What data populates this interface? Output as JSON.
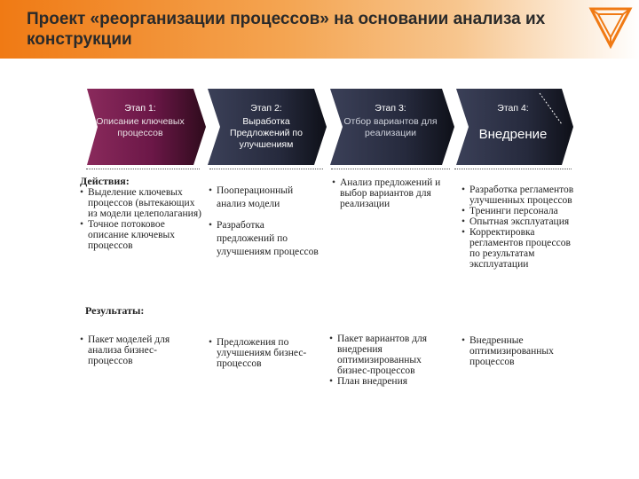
{
  "title": "Проект «реорганизации процессов» на основании анализа их конструкции",
  "logo_icon": "impossible-triangle-logo",
  "colors": {
    "accent": "#f07a14",
    "stage_purple": "#6b1747",
    "stage_dark": "#2b2f44"
  },
  "stages": [
    {
      "num": "Этап 1:",
      "text": "Описание ключевых процессов"
    },
    {
      "num": "Этап 2:",
      "text": "Выработка Предложений по улучшениям"
    },
    {
      "num": "Этап 3:",
      "text": "Отбор вариантов для реализации"
    },
    {
      "num": "Этап 4:",
      "text": "Внедрение"
    }
  ],
  "actions_header": "Действия:",
  "results_header": "Результаты:",
  "actions": {
    "col1": [
      "Выделение ключевых процессов (вытекающих из модели целеполагания)",
      "Точное потоковое описание ключевых процессов"
    ],
    "col2": [
      "Пооперационный анализ модели",
      "Разработка предложений по улучшениям процессов"
    ],
    "col3": [
      "Анализ предложений и выбор вариантов для реализации"
    ],
    "col4": [
      "Разработка регламентов улучшенных процессов",
      "Тренинги персонала",
      "Опытная эксплуатация",
      "Корректировка регламентов процессов по результатам эксплуатации"
    ]
  },
  "results": {
    "col1": [
      "Пакет моделей для анализа бизнес-процессов"
    ],
    "col2": [
      "Предложения по улучшениям бизнес-процессов"
    ],
    "col3": [
      "Пакет вариантов для внедрения оптимизированных бизнес-процессов",
      "План внедрения"
    ],
    "col4": [
      "Внедренные оптимизированных процессов"
    ]
  }
}
